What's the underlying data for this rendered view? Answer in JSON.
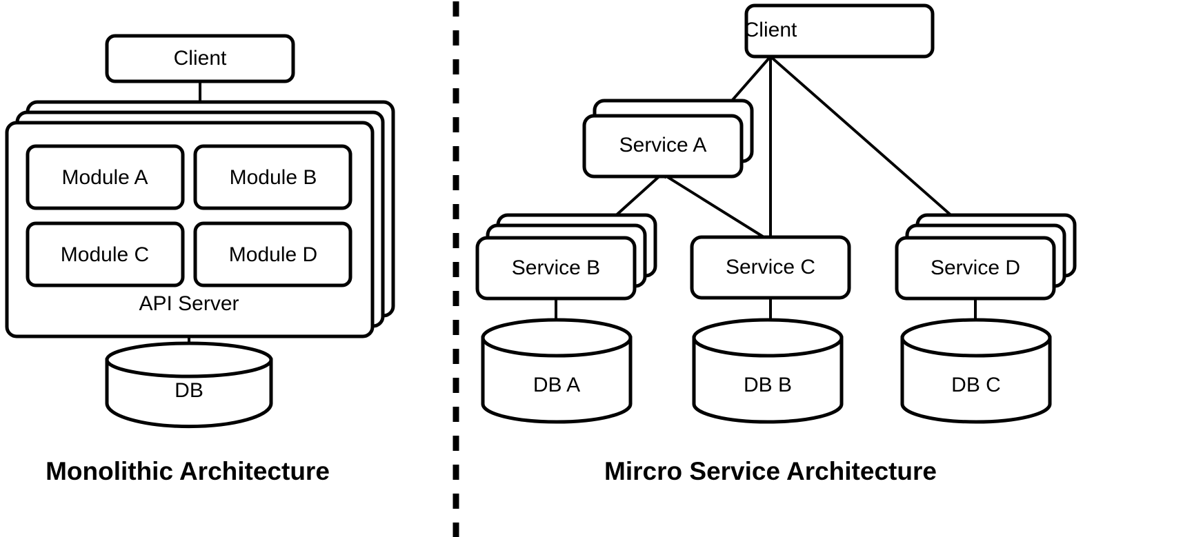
{
  "diagram": {
    "type": "architecture-comparison",
    "background_color": "#ffffff",
    "line_color": "#000000",
    "panels": [
      {
        "id": "monolithic",
        "caption": "Monolithic Architecture",
        "nodes": {
          "client": "Client",
          "api_server": "API Server",
          "modules": [
            "Module A",
            "Module B",
            "Module C",
            "Module D"
          ],
          "database": "DB"
        }
      },
      {
        "id": "microservice",
        "caption": "Mircro Service Architecture",
        "nodes": {
          "client": "Client",
          "services": [
            "Service A",
            "Service B",
            "Service C",
            "Service D"
          ],
          "databases": [
            "DB A",
            "DB B",
            "DB C"
          ]
        }
      }
    ]
  },
  "left": {
    "client": {
      "label": "Client"
    },
    "api_server": {
      "label": "API Server",
      "stack_layers": 3
    },
    "modules": [
      {
        "label": "Module A"
      },
      {
        "label": "Module B"
      },
      {
        "label": "Module C"
      },
      {
        "label": "Module D"
      }
    ],
    "db": {
      "label": "DB"
    },
    "caption": "Monolithic Architecture"
  },
  "right": {
    "client": {
      "label": "Client"
    },
    "services": [
      {
        "label": "Service A",
        "stack_layers": 2
      },
      {
        "label": "Service B",
        "stack_layers": 3
      },
      {
        "label": "Service C",
        "stack_layers": 1
      },
      {
        "label": "Service D",
        "stack_layers": 3
      }
    ],
    "databases": [
      {
        "label": "DB A"
      },
      {
        "label": "DB B"
      },
      {
        "label": "DB C"
      }
    ],
    "caption": "Mircro Service Architecture"
  }
}
